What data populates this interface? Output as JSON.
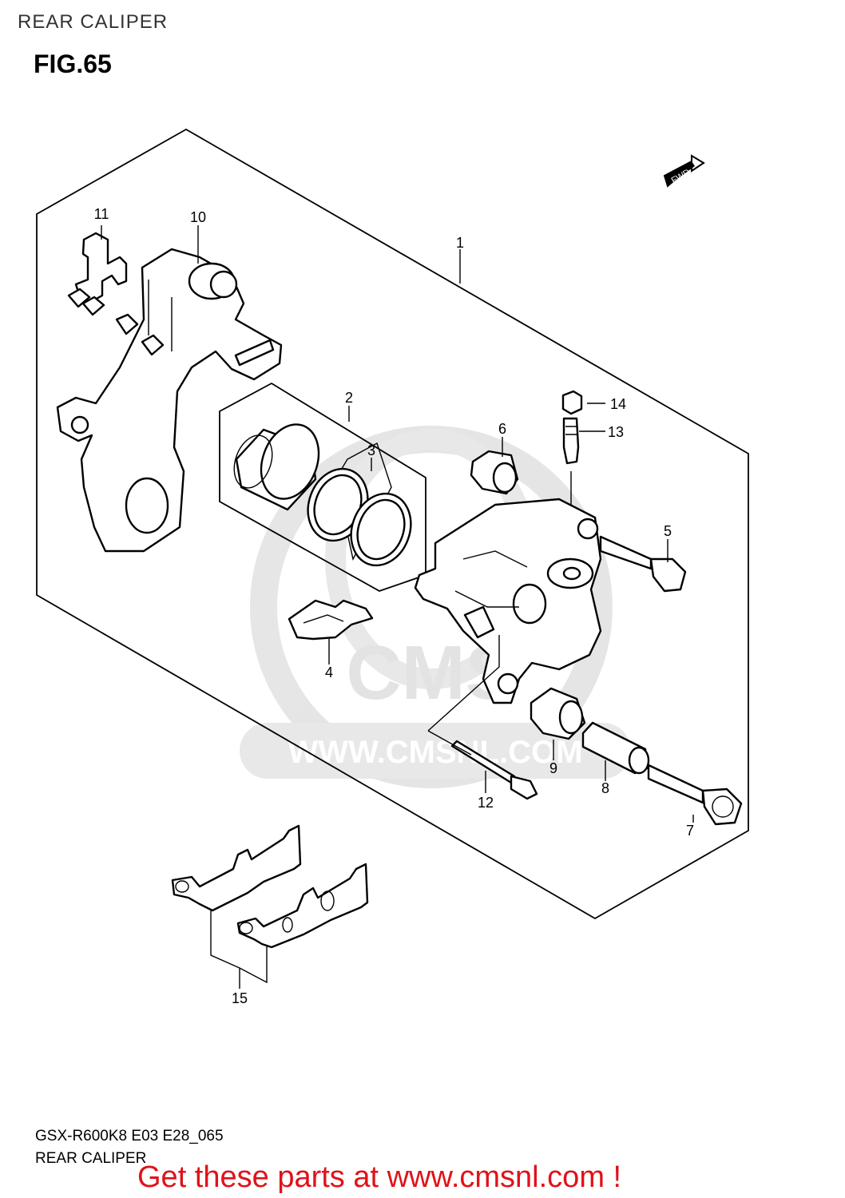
{
  "header": {
    "title": "REAR CALIPER"
  },
  "figure": {
    "label": "FIG.65",
    "fwd_label": "FWD"
  },
  "callouts": {
    "c1": "1",
    "c2": "2",
    "c3": "3",
    "c4": "4",
    "c5": "5",
    "c6": "6",
    "c7": "7",
    "c8": "8",
    "c9": "9",
    "c10": "10",
    "c11": "11",
    "c12": "12",
    "c13": "13",
    "c14": "14",
    "c15": "15"
  },
  "watermark": {
    "url": "WWW.CMSNL.COM",
    "brand": "CMS"
  },
  "footer": {
    "model_code": "GSX-R600K8 E03 E28_065",
    "section_name": "REAR CALIPER",
    "link_text": "Get these parts at www.cmsnl.com !"
  },
  "colors": {
    "link": "#e0121a",
    "watermark": "#d9d9d9"
  }
}
